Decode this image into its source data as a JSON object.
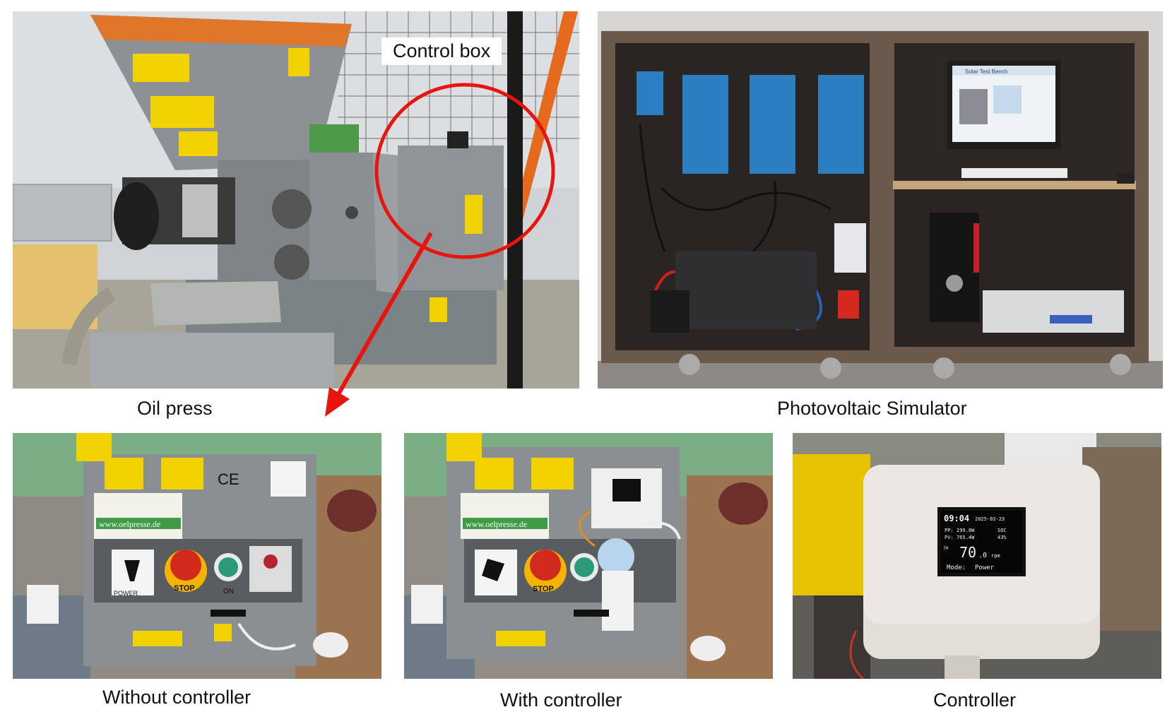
{
  "captions": {
    "oil_press": "Oil press",
    "pv_simulator": "Photovoltaic Simulator",
    "without_controller": "Without controller",
    "with_controller": "With controller",
    "controller": "Controller"
  },
  "callout": {
    "control_box": "Control box"
  },
  "panel_labels": {
    "website": "www.oelpresse.de",
    "stop": "STOP",
    "on": "ON",
    "power": "POWER",
    "ce": "CE",
    "monitor_title": "Solar Test Bench"
  },
  "display": {
    "time": "09:04",
    "date": "2025-03-23",
    "pp_label": "PP:",
    "pp_value": "299.8W",
    "pv_label": "PV:",
    "pv_value": "765.4W",
    "soc_label": "SOC",
    "soc_value": "43%",
    "rpm_prefix": "70",
    "rpm_value": "70",
    "rpm_decimal": ".0",
    "rpm_unit": "rpm",
    "mode_label": "Mode:",
    "mode_value": "Power"
  },
  "colors": {
    "highlight": "#e8140e",
    "warning_yellow": "#f2d200",
    "victron_blue": "#2b7fc0"
  }
}
